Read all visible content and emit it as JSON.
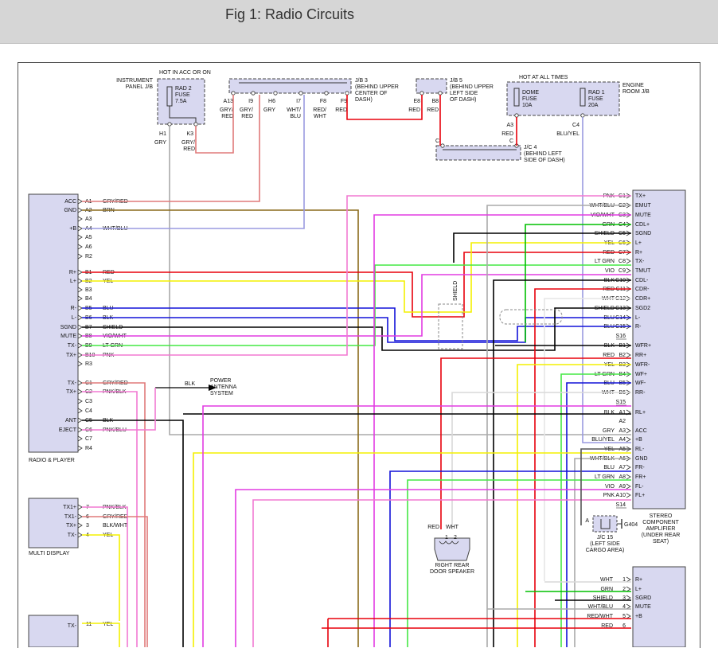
{
  "title": "Fig 1: Radio Circuits",
  "diagram": {
    "instrument_panel_jb": {
      "label_lines": [
        "INSTRUMENT",
        "PANEL J/B"
      ],
      "note": "HOT IN ACC OR ON",
      "fuse_lines": [
        "RAD 2",
        "FUSE",
        "7.5A"
      ],
      "pins": [
        "H1",
        "K3"
      ],
      "wires": [
        "GRY",
        "GRY/",
        "RED"
      ]
    },
    "jb3": {
      "label_lines": [
        "J/B 3",
        "(BEHIND UPPER",
        "CENTER OF",
        "DASH)"
      ],
      "pins": [
        "A13",
        "I9",
        "H6",
        "I7",
        "F8",
        "F9"
      ],
      "wires_top": [
        "GRY/",
        "GRY/",
        "",
        "WHT/",
        "RED/",
        ""
      ],
      "wires_bottom": [
        "RED",
        "RED",
        "GRY",
        "BLU",
        "WHT",
        "RED"
      ]
    },
    "jb5": {
      "label_lines": [
        "J/B 5",
        "(BEHIND UPPER",
        "LEFT SIDE",
        "OF DASH)"
      ],
      "pins": [
        "E8",
        "B8"
      ],
      "wires": [
        "RED",
        "RED"
      ]
    },
    "engine_room_jb": {
      "note": "HOT AT ALL TIMES",
      "label_lines": [
        "ENGINE",
        "ROOM J/B"
      ],
      "fuse1_lines": [
        "DOME",
        "FUSE",
        "10A"
      ],
      "fuse2_lines": [
        "RAD 1",
        "FUSE",
        "20A"
      ],
      "pins": [
        "A3",
        "C4"
      ],
      "wires": [
        "RED",
        "BLU/YEL"
      ]
    },
    "jc4": {
      "label_lines": [
        "J/C 4",
        "(BEHIND LEFT",
        "SIDE OF DASH)"
      ],
      "pins": [
        "C",
        "C"
      ]
    },
    "radio_player": {
      "name": "RADIO & PLAYER",
      "power_antenna": {
        "wire": "BLK",
        "label_lines": [
          "POWER",
          "ANTENNA",
          "SYSTEM"
        ]
      },
      "rows": [
        {
          "func": "ACC",
          "pin": "A1",
          "wire": "GRY/RED"
        },
        {
          "func": "GND",
          "pin": "A2",
          "wire": "BRN"
        },
        {
          "func": "",
          "pin": "A3",
          "wire": ""
        },
        {
          "func": "+B",
          "pin": "A4",
          "wire": "WHT/BLU"
        },
        {
          "func": "",
          "pin": "A5",
          "wire": ""
        },
        {
          "func": "",
          "pin": "A6",
          "wire": ""
        },
        {
          "func": "",
          "pin": "R2",
          "wire": ""
        },
        {
          "func": "R+",
          "pin": "B1",
          "wire": "RED"
        },
        {
          "func": "L+",
          "pin": "B2",
          "wire": "YEL"
        },
        {
          "func": "",
          "pin": "B3",
          "wire": ""
        },
        {
          "func": "",
          "pin": "B4",
          "wire": ""
        },
        {
          "func": "R-",
          "pin": "B5",
          "wire": "BLU"
        },
        {
          "func": "L-",
          "pin": "B6",
          "wire": "BLK"
        },
        {
          "func": "SGND",
          "pin": "B7",
          "wire": "SHIELD"
        },
        {
          "func": "MUTE",
          "pin": "B8",
          "wire": "VIO/WHT"
        },
        {
          "func": "TX-",
          "pin": "B9",
          "wire": "LT GRN"
        },
        {
          "func": "TX+",
          "pin": "B10",
          "wire": "PNK"
        },
        {
          "func": "",
          "pin": "R3",
          "wire": ""
        },
        {
          "func": "",
          "pin": "",
          "wire": ""
        },
        {
          "func": "TX-",
          "pin": "C1",
          "wire": "GRY/RED"
        },
        {
          "func": "TX+",
          "pin": "C2",
          "wire": "PNK/BLK"
        },
        {
          "func": "",
          "pin": "C3",
          "wire": ""
        },
        {
          "func": "",
          "pin": "C4",
          "wire": ""
        },
        {
          "func": "ANT",
          "pin": "C5",
          "wire": "BLK"
        },
        {
          "func": "EJECT",
          "pin": "C6",
          "wire": "PNK/BLU"
        },
        {
          "func": "",
          "pin": "C7",
          "wire": ""
        },
        {
          "func": "",
          "pin": "R4",
          "wire": ""
        }
      ]
    },
    "multi_display": {
      "name": "MULTI DISPLAY",
      "rows": [
        {
          "func": "TX1+",
          "pin": "7",
          "wire": "PNK/BLK"
        },
        {
          "func": "TX1-",
          "pin": "6",
          "wire": "GRY/RED"
        },
        {
          "func": "TX+",
          "pin": "3",
          "wire": "BLK/WHT"
        },
        {
          "func": "TX-",
          "pin": "4",
          "wire": "YEL"
        }
      ],
      "bottom_row": {
        "func": "TX-",
        "pin": "11",
        "wire": "YEL"
      }
    },
    "amplifier": {
      "name_lines": [
        "STEREO",
        "COMPONENT",
        "AMPLIFIER",
        "(UNDER REAR",
        "SEAT)"
      ],
      "rows": [
        {
          "wire": "PNK",
          "pin": "C1",
          "func": "TX+"
        },
        {
          "wire": "WHT/BLU",
          "pin": "C2",
          "func": "EMUT"
        },
        {
          "wire": "VIO/WHT",
          "pin": "C3",
          "func": "MUTE"
        },
        {
          "wire": "GRN",
          "pin": "C4",
          "func": "CDL+"
        },
        {
          "wire": "SHIELD",
          "pin": "C5",
          "func": "SGND"
        },
        {
          "wire": "YEL",
          "pin": "C6",
          "func": "L+"
        },
        {
          "wire": "RED",
          "pin": "C7",
          "func": "R+"
        },
        {
          "wire": "LT GRN",
          "pin": "C8",
          "func": "TX-"
        },
        {
          "wire": "VIO",
          "pin": "C9",
          "func": "TMUT"
        },
        {
          "wire": "BLK",
          "pin": "C10",
          "func": "CDL-"
        },
        {
          "wire": "RED",
          "pin": "C11",
          "func": "CDR-"
        },
        {
          "wire": "WHT",
          "pin": "C12",
          "func": "CDR+"
        },
        {
          "wire": "SHIELD",
          "pin": "C13",
          "func": "SGD2"
        },
        {
          "wire": "BLU",
          "pin": "C14",
          "func": "L-"
        },
        {
          "wire": "BLU",
          "pin": "C15",
          "func": "R-"
        },
        {
          "wire": "",
          "pin": "S16",
          "func": ""
        },
        {
          "wire": "BLK",
          "pin": "B1",
          "func": "WFR+"
        },
        {
          "wire": "RED",
          "pin": "B2",
          "func": "RR+"
        },
        {
          "wire": "YEL",
          "pin": "B3",
          "func": "WFR-"
        },
        {
          "wire": "LT GRN",
          "pin": "B4",
          "func": "WF+"
        },
        {
          "wire": "BLU",
          "pin": "B5",
          "func": "WF-"
        },
        {
          "wire": "WHT",
          "pin": "B6",
          "func": "RR-"
        },
        {
          "wire": "",
          "pin": "S15",
          "func": ""
        },
        {
          "wire": "BLK",
          "pin": "A1",
          "func": "RL+"
        },
        {
          "wire": "",
          "pin": "A2",
          "func": ""
        },
        {
          "wire": "GRY",
          "pin": "A3",
          "func": "ACC"
        },
        {
          "wire": "BLU/YEL",
          "pin": "A4",
          "func": "+B"
        },
        {
          "wire": "YEL",
          "pin": "A5",
          "func": "RL-"
        },
        {
          "wire": "WHT/BLK",
          "pin": "A6",
          "func": "GND"
        },
        {
          "wire": "BLU",
          "pin": "A7",
          "func": "FR-"
        },
        {
          "wire": "LT GRN",
          "pin": "A8",
          "func": "FR+"
        },
        {
          "wire": "VIO",
          "pin": "A9",
          "func": "FL-"
        },
        {
          "wire": "PNK",
          "pin": "A10",
          "func": "FL+"
        },
        {
          "wire": "",
          "pin": "S14",
          "func": ""
        }
      ]
    },
    "jc15": {
      "label_lines": [
        "J/C 15",
        "(LEFT SIDE",
        "CARGO AREA)"
      ],
      "pin": "A",
      "ground": "G404"
    },
    "speaker": {
      "label_lines": [
        "RIGHT REAR",
        "DOOR SPEAKER"
      ],
      "wires": [
        "RED",
        "WHT"
      ],
      "pins": [
        "1",
        "2"
      ]
    },
    "shield_label": "SHIELD",
    "bottom_component": {
      "rows": [
        {
          "wire": "WHT",
          "pin": "1",
          "func": "R+"
        },
        {
          "wire": "GRN",
          "pin": "2",
          "func": "L+"
        },
        {
          "wire": "SHIELD",
          "pin": "3",
          "func": "SGRD"
        },
        {
          "wire": "WHT/BLU",
          "pin": "4",
          "func": "MUTE"
        },
        {
          "wire": "RED/WHT",
          "pin": "5",
          "func": "+B"
        },
        {
          "wire": "RED",
          "pin": "6",
          "func": ""
        }
      ]
    },
    "colors": {
      "red": "#e8000b",
      "yellow": "#f4f000",
      "green": "#00c000",
      "ltgrn": "#44e844",
      "blue": "#1212d8",
      "violet": "#e23be2",
      "pink": "#f279d2",
      "brown": "#8a6a1a",
      "gray": "#aaaaaa",
      "black": "#000000",
      "lav": "#9a9ae0",
      "salmon": "#e07a7a",
      "box_fill": "#d8d8f0"
    }
  }
}
